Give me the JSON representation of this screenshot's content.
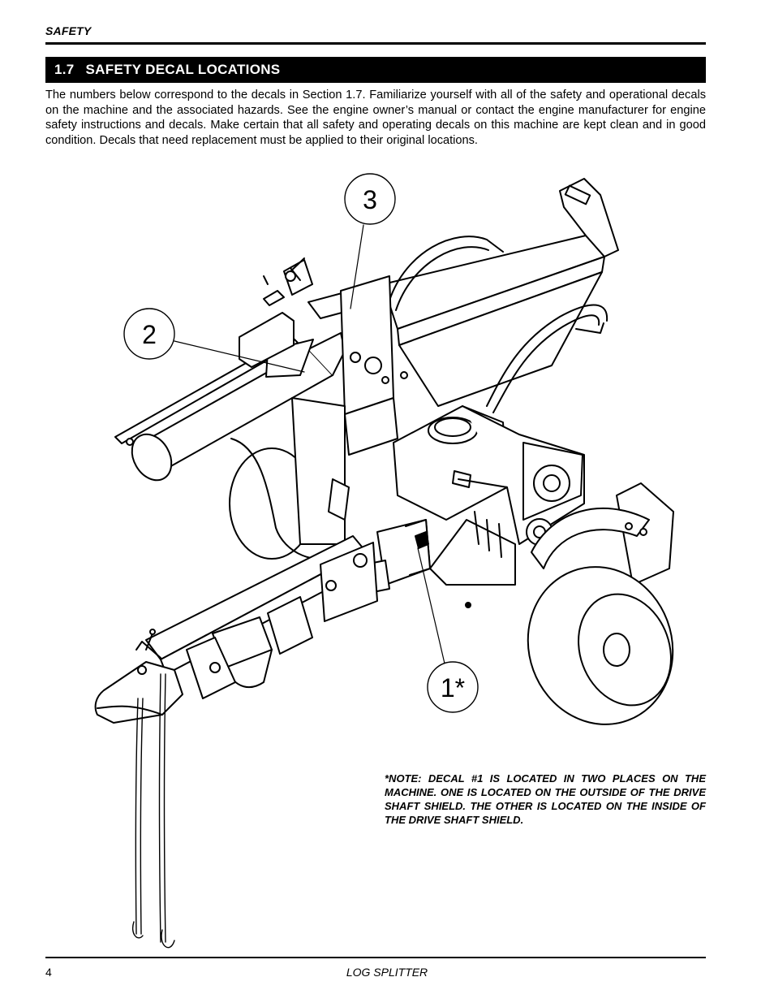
{
  "header": {
    "section": "SAFETY"
  },
  "title": {
    "number": "1.7",
    "text": "SAFETY DECAL LOCATIONS"
  },
  "intro": "The numbers below correspond to the decals in Section 1.7.  Familiarize yourself with all of the safety and operational decals on the machine and the associated hazards.  See the engine owner’s manual or contact the engine manufacturer for engine safety instructions and decals.  Make certain that all safety and operating decals on this machine are kept clean and in good condition. Decals that need replacement must be applied to their original locations.",
  "callouts": {
    "c1": "1*",
    "c2": "2",
    "c3": "3"
  },
  "note": "*NOTE: DECAL #1 IS LOCATED IN TWO PLACES ON THE MACHINE. ONE IS LOCATED ON THE OUTSIDE OF THE DRIVE SHAFT SHIELD. THE OTHER IS LOCATED ON THE INSIDE OF THE DRIVE SHAFT SHIELD.",
  "footer": {
    "page": "4",
    "title": "LOG SPLITTER"
  }
}
